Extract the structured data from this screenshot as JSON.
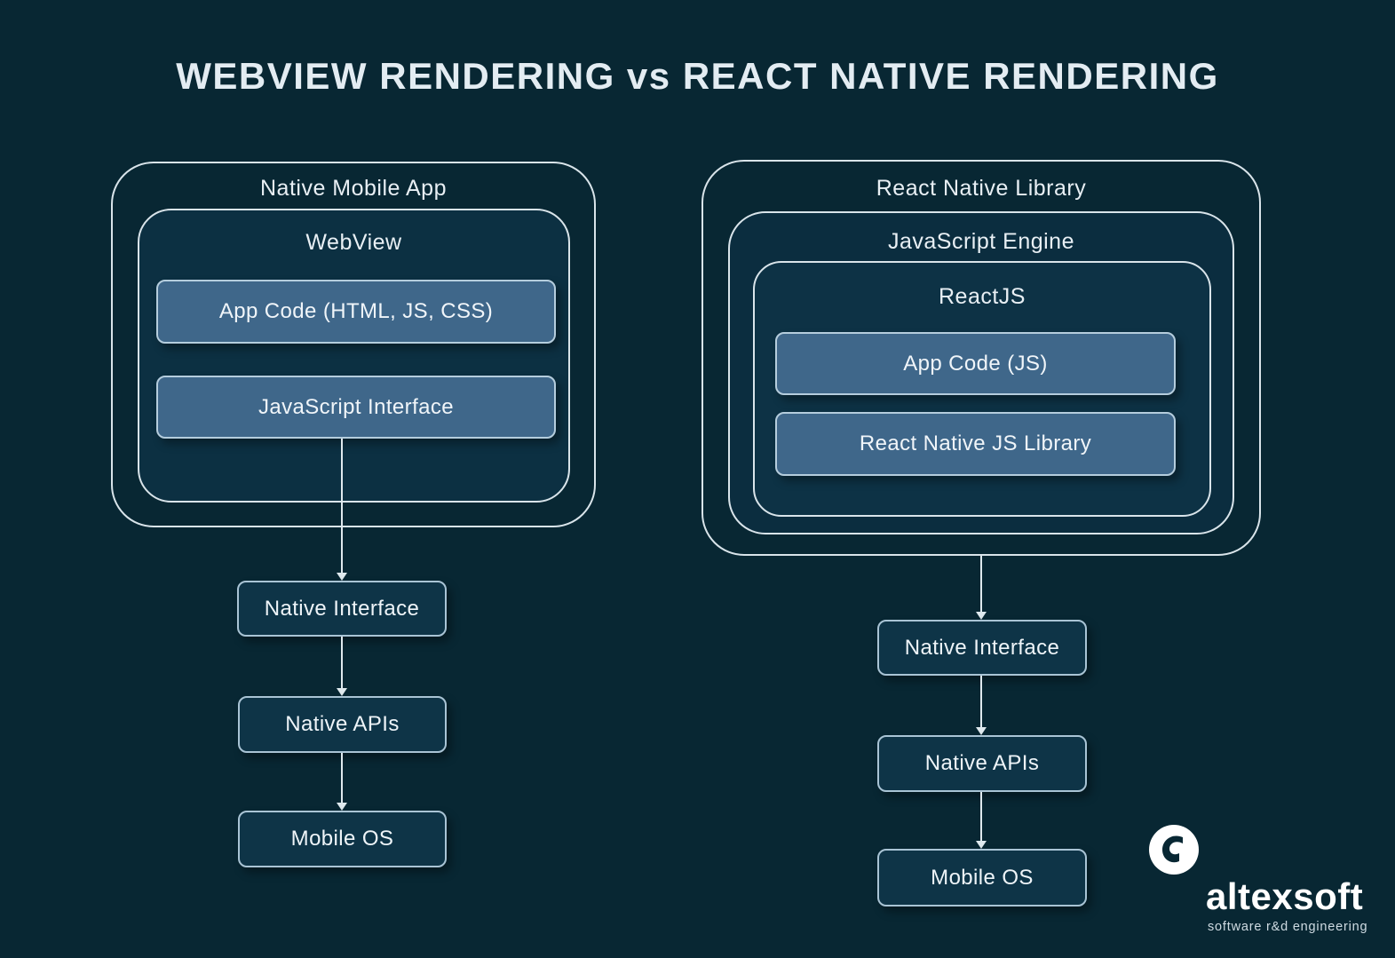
{
  "title": "WEBVIEW RENDERING vs REACT NATIVE RENDERING",
  "left": {
    "container_label": "Native Mobile App",
    "webview_label": "WebView",
    "app_code_label": "App Code (HTML, JS, CSS)",
    "js_interface_label": "JavaScript Interface",
    "native_interface_label": "Native Interface",
    "native_apis_label": "Native APIs",
    "mobile_os_label": "Mobile OS"
  },
  "right": {
    "container_label": "React Native Library",
    "js_engine_label": "JavaScript Engine",
    "reactjs_label": "ReactJS",
    "app_code_label": "App Code (JS)",
    "rn_js_library_label": "React Native JS Library",
    "native_interface_label": "Native Interface",
    "native_apis_label": "Native APIs",
    "mobile_os_label": "Mobile OS"
  },
  "logo": {
    "wordmark": "altexsoft",
    "tagline": "software r&d engineering"
  },
  "colors": {
    "background": "#082733",
    "container_border": "#d9e4ea",
    "filled_box_fill": "#3f678a",
    "flow_box_fill": "#0e3447",
    "arrow": "#dfe9ee",
    "text": "#e8eff4"
  }
}
